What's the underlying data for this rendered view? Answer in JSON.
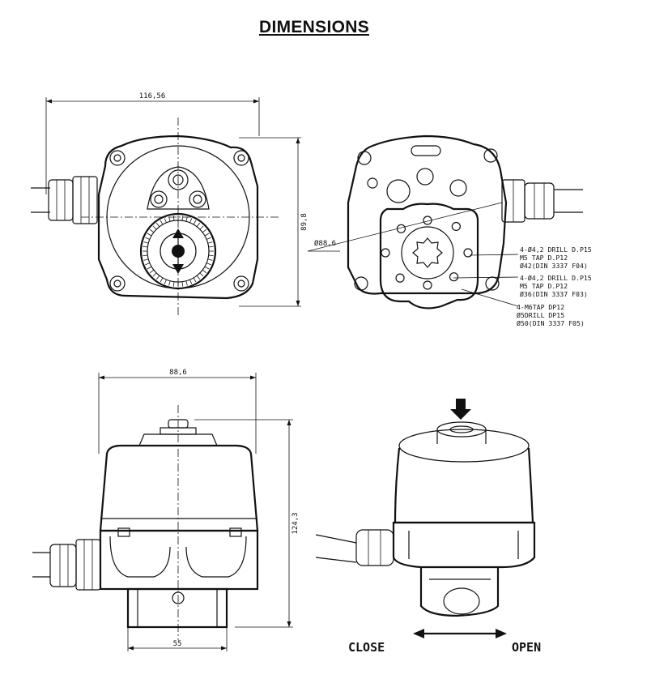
{
  "title": "DIMENSIONS",
  "front_view": {
    "width_label": "116,56",
    "height_label": "89,8"
  },
  "bottom_view": {
    "diameter_label": "Ø88,6",
    "notes": [
      {
        "line1": "4-Ø4,2 DRILL D.P15",
        "line2": "M5 TAP D.P12",
        "line3": "Ø42(DIN 3337 F04)"
      },
      {
        "line1": "4-Ø4,2 DRILL D.P15",
        "line2": "M5 TAP D.P12",
        "line3": "Ø36(DIN 3337 F03)"
      },
      {
        "line1": "4-M6TAP DP12",
        "line2": "Ø5DRILL DP15",
        "line3": "Ø50(DIN 3337 F05)"
      }
    ]
  },
  "side_view": {
    "width_label": "88,6",
    "height_label": "124,3",
    "base_label": "55"
  },
  "iso_view": {
    "close_label": "CLOSE",
    "open_label": "OPEN"
  }
}
